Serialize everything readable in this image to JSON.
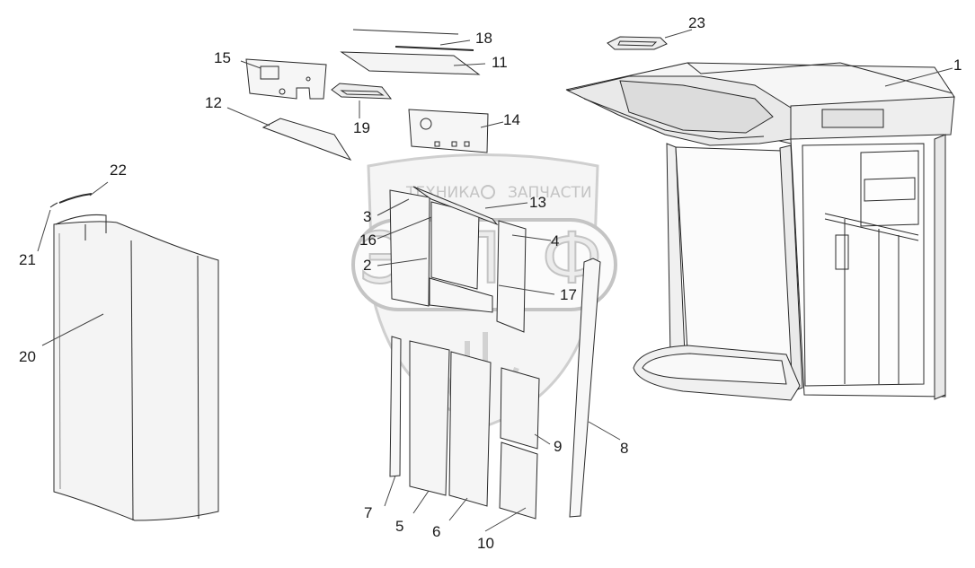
{
  "watermark": {
    "left_word": "ТЕХНИКА",
    "right_word": "ЗАПЧАСТИ",
    "logo": "ЭПФ"
  },
  "callouts": [
    "1",
    "2",
    "3",
    "4",
    "5",
    "6",
    "7",
    "8",
    "9",
    "10",
    "11",
    "12",
    "13",
    "14",
    "15",
    "16",
    "17",
    "18",
    "19",
    "20",
    "21",
    "22",
    "23"
  ],
  "colors": {
    "line": "#2a2a2a",
    "fill": "#f2f2f2",
    "watermark": "#c8c8c8"
  }
}
